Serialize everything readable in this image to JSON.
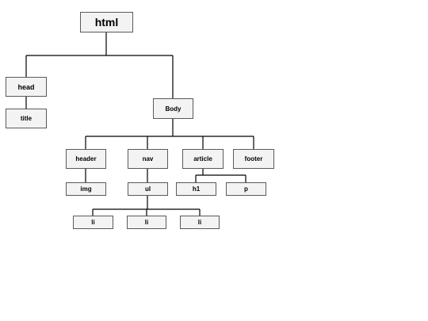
{
  "tree": {
    "root": "html",
    "head": "head",
    "title": "title",
    "body": "Body",
    "header": "header",
    "nav": "nav",
    "article": "article",
    "footer": "footer",
    "img": "img",
    "ul": "ul",
    "h1": "h1",
    "p": "p",
    "li_items": [
      "li",
      "li",
      "li"
    ]
  },
  "colors": {
    "node_fill": "#f3f3f3",
    "node_border": "#5a5a5a",
    "connector": "#000000"
  }
}
